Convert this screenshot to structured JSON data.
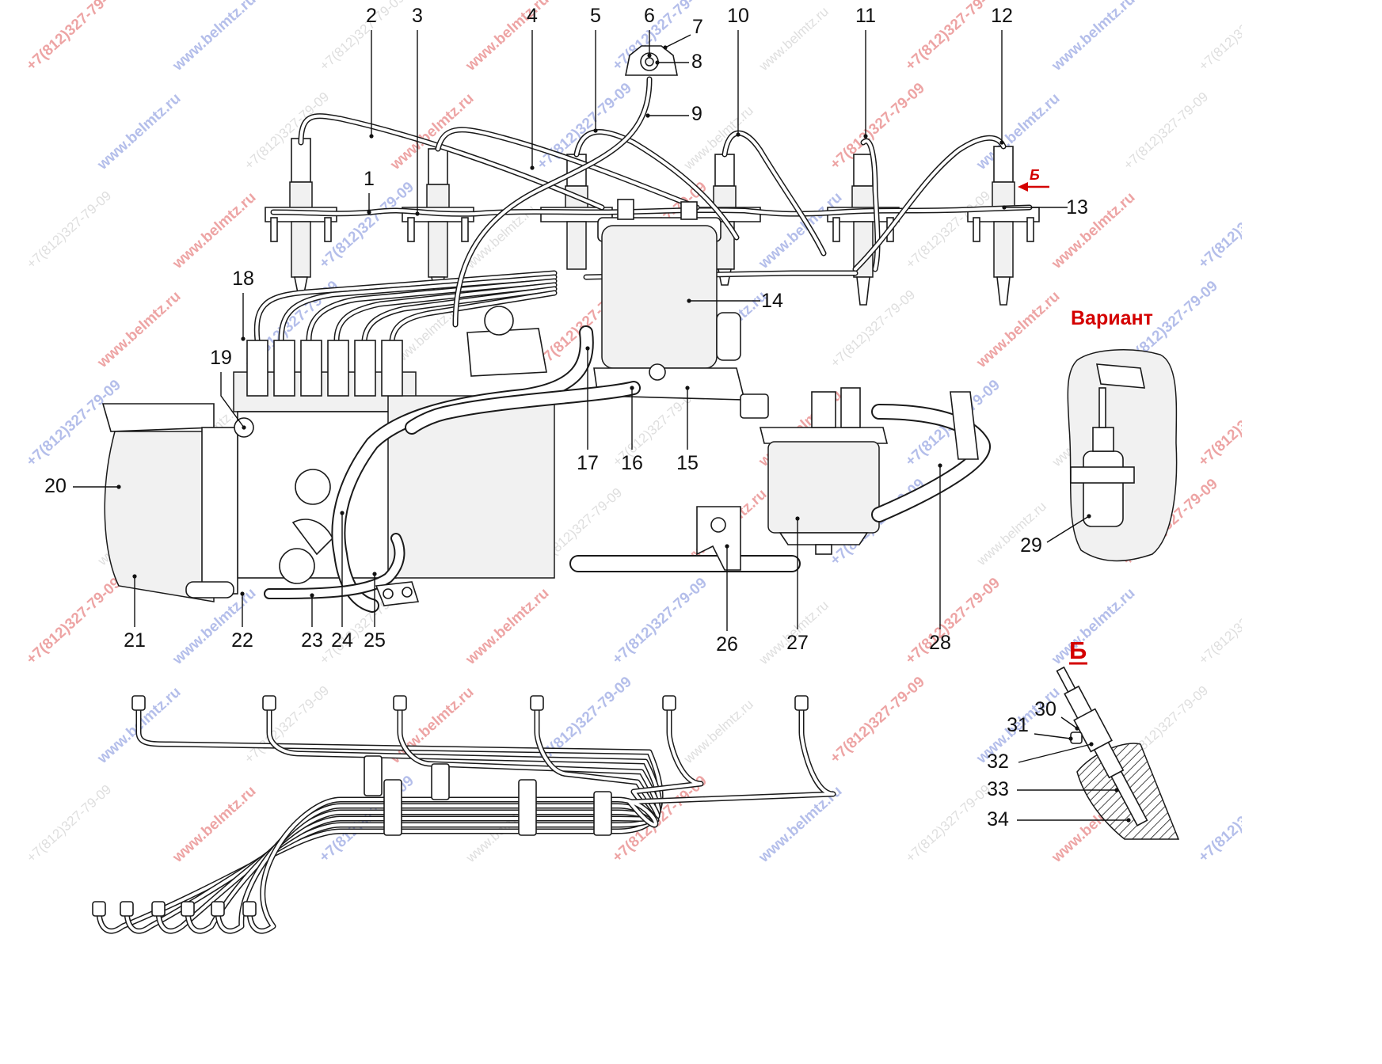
{
  "diagram": {
    "part_numbers": [
      {
        "id": "1",
        "label": "1"
      },
      {
        "id": "2",
        "label": "2"
      },
      {
        "id": "3",
        "label": "3"
      },
      {
        "id": "4",
        "label": "4"
      },
      {
        "id": "5",
        "label": "5"
      },
      {
        "id": "6",
        "label": "6"
      },
      {
        "id": "7",
        "label": "7"
      },
      {
        "id": "8",
        "label": "8"
      },
      {
        "id": "9",
        "label": "9"
      },
      {
        "id": "10",
        "label": "10"
      },
      {
        "id": "11",
        "label": "11"
      },
      {
        "id": "12",
        "label": "12"
      },
      {
        "id": "13",
        "label": "13"
      },
      {
        "id": "14",
        "label": "14"
      },
      {
        "id": "15",
        "label": "15"
      },
      {
        "id": "16",
        "label": "16"
      },
      {
        "id": "17",
        "label": "17"
      },
      {
        "id": "18",
        "label": "18"
      },
      {
        "id": "19",
        "label": "19"
      },
      {
        "id": "20",
        "label": "20"
      },
      {
        "id": "21",
        "label": "21"
      },
      {
        "id": "22",
        "label": "22"
      },
      {
        "id": "23",
        "label": "23"
      },
      {
        "id": "24",
        "label": "24"
      },
      {
        "id": "25",
        "label": "25"
      },
      {
        "id": "26",
        "label": "26"
      },
      {
        "id": "27",
        "label": "27"
      },
      {
        "id": "28",
        "label": "28"
      },
      {
        "id": "29",
        "label": "29"
      },
      {
        "id": "30",
        "label": "30"
      },
      {
        "id": "31",
        "label": "31"
      },
      {
        "id": "32",
        "label": "32"
      },
      {
        "id": "33",
        "label": "33"
      },
      {
        "id": "34",
        "label": "34"
      }
    ],
    "variant_title": "Вариант",
    "view_b_title": "Б",
    "view_b_arrow_label": "Б"
  },
  "watermarks": {
    "site": "www.belmtz.ru",
    "phone": "+7(812)327-79-09"
  },
  "colors": {
    "accent_red": "#d40000",
    "line": "#111111",
    "watermark_red": "#e05b5b",
    "watermark_blue": "#6b7fd6"
  }
}
